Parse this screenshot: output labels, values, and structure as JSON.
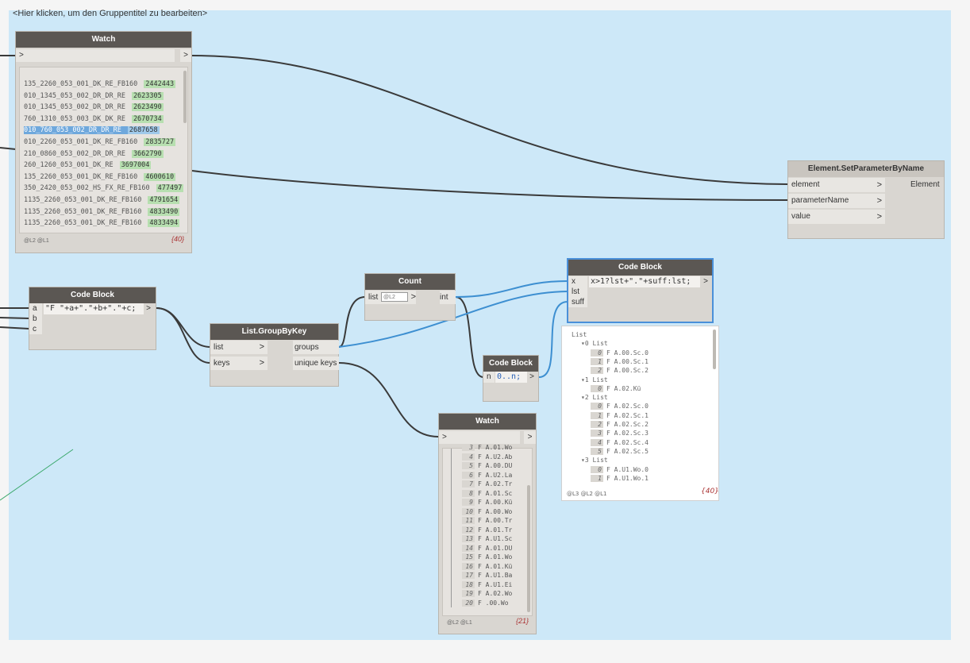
{
  "group": {
    "title": "<Hier klicken, um den Gruppentitel zu bearbeiten>"
  },
  "watch1": {
    "title": "Watch",
    "in": ">",
    "out": ">",
    "rows": [
      {
        "name": "135_2260_053_001_DK_RE_FB160",
        "val": "2442443"
      },
      {
        "name": "010_1345_053_002_DR_DR_RE",
        "val": "2623305"
      },
      {
        "name": "010_1345_053_002_DR_DR_RE",
        "val": "2623490"
      },
      {
        "name": "760_1310_053_003_DK_DK_RE",
        "val": "2670734"
      },
      {
        "name": "010_760_053_002_DR_DR_RE",
        "val": "2687658"
      },
      {
        "name": "010_2260_053_001_DK_RE_FB160",
        "val": "2835727"
      },
      {
        "name": "210_0860_053_002_DR_DR_RE",
        "val": "3662790"
      },
      {
        "name": "260_1260_053_001_DK_RE",
        "val": "3697004"
      },
      {
        "name": "135_2260_053_001_DK_RE_FB160",
        "val": "4600610"
      },
      {
        "name": "350_2420_053_002_HS_FX_RE_FB160",
        "val": "477497"
      },
      {
        "name": "1135_2260_053_001_DK_RE_FB160",
        "val": "4791654"
      },
      {
        "name": "1135_2260_053_001_DK_RE_FB160",
        "val": "4833490"
      },
      {
        "name": "1135_2260_053_001_DK_RE_FB160",
        "val": "4833494"
      }
    ],
    "footer": "@L2 @L1",
    "count": "{40}"
  },
  "setparam": {
    "title": "Element.SetParameterByName",
    "inputs": [
      "element",
      "parameterName",
      "value"
    ],
    "output": "Element",
    "chev": ">"
  },
  "codeblock1": {
    "title": "Code Block",
    "code": "\"F \"+a+\".\"+b+\".\"+c;",
    "inputs": [
      "a",
      "b",
      "c"
    ],
    "out": ">"
  },
  "groupbykey": {
    "title": "List.GroupByKey",
    "inputs": [
      "list",
      "keys"
    ],
    "outputs": [
      "groups",
      "unique keys"
    ],
    "chev": ">"
  },
  "countnode": {
    "title": "Count",
    "input": "list",
    "lacing": "@L2",
    "output": "int",
    "chev": ">"
  },
  "codeblock2": {
    "title": "Code Block",
    "input": "n",
    "code": "0..n;",
    "out": ">"
  },
  "codeblock3": {
    "title": "Code Block",
    "inputs": [
      "x",
      "lst",
      "suff"
    ],
    "code": "x>1?lst+\".\"+suff:lst;",
    "out": ">"
  },
  "tree": {
    "lines": [
      {
        "t": "List",
        "indent": 0
      },
      {
        "t": "▾0 List",
        "indent": 1
      },
      {
        "i": "0",
        "t": "F A.00.Sc.0",
        "indent": 2
      },
      {
        "i": "1",
        "t": "F A.00.Sc.1",
        "indent": 2
      },
      {
        "i": "2",
        "t": "F A.00.Sc.2",
        "indent": 2
      },
      {
        "t": "▾1 List",
        "indent": 1
      },
      {
        "i": "0",
        "t": "F A.02.Kü",
        "indent": 2
      },
      {
        "t": "▾2 List",
        "indent": 1
      },
      {
        "i": "0",
        "t": "F A.02.Sc.0",
        "indent": 2
      },
      {
        "i": "1",
        "t": "F A.02.Sc.1",
        "indent": 2
      },
      {
        "i": "2",
        "t": "F A.02.Sc.2",
        "indent": 2
      },
      {
        "i": "3",
        "t": "F A.02.Sc.3",
        "indent": 2
      },
      {
        "i": "4",
        "t": "F A.02.Sc.4",
        "indent": 2
      },
      {
        "i": "5",
        "t": "F A.02.Sc.5",
        "indent": 2
      },
      {
        "t": "▾3 List",
        "indent": 1
      },
      {
        "i": "0",
        "t": "F A.U1.Wo.0",
        "indent": 2
      },
      {
        "i": "1",
        "t": "F A.U1.Wo.1",
        "indent": 2
      }
    ],
    "footer": "@L3 @L2 @L1",
    "count": "{40}"
  },
  "watch2": {
    "title": "Watch",
    "in": ">",
    "out": ">",
    "rows": [
      {
        "i": "3",
        "t": "F A.01.Wo"
      },
      {
        "i": "4",
        "t": "F A.U2.Ab"
      },
      {
        "i": "5",
        "t": "F A.00.DU"
      },
      {
        "i": "6",
        "t": "F A.U2.La"
      },
      {
        "i": "7",
        "t": "F A.02.Tr"
      },
      {
        "i": "8",
        "t": "F A.01.Sc"
      },
      {
        "i": "9",
        "t": "F A.00.Kü"
      },
      {
        "i": "10",
        "t": "F A.00.Wo"
      },
      {
        "i": "11",
        "t": "F A.00.Tr"
      },
      {
        "i": "12",
        "t": "F A.01.Tr"
      },
      {
        "i": "13",
        "t": "F A.U1.Sc"
      },
      {
        "i": "14",
        "t": "F A.01.DU"
      },
      {
        "i": "15",
        "t": "F A.01.Wo"
      },
      {
        "i": "16",
        "t": "F A.01.Kü"
      },
      {
        "i": "17",
        "t": "F A.U1.Ba"
      },
      {
        "i": "18",
        "t": "F A.U1.Ei"
      },
      {
        "i": "19",
        "t": "F A.02.Wo"
      },
      {
        "i": "20",
        "t": "F .00.Wo"
      }
    ],
    "footer": "@L2 @L1",
    "count": "{21}"
  },
  "colors": {
    "group": "#cde8f8",
    "header": "#5b5753",
    "wire": "#3a3a3a",
    "wire_selected": "#3d8fd1"
  }
}
